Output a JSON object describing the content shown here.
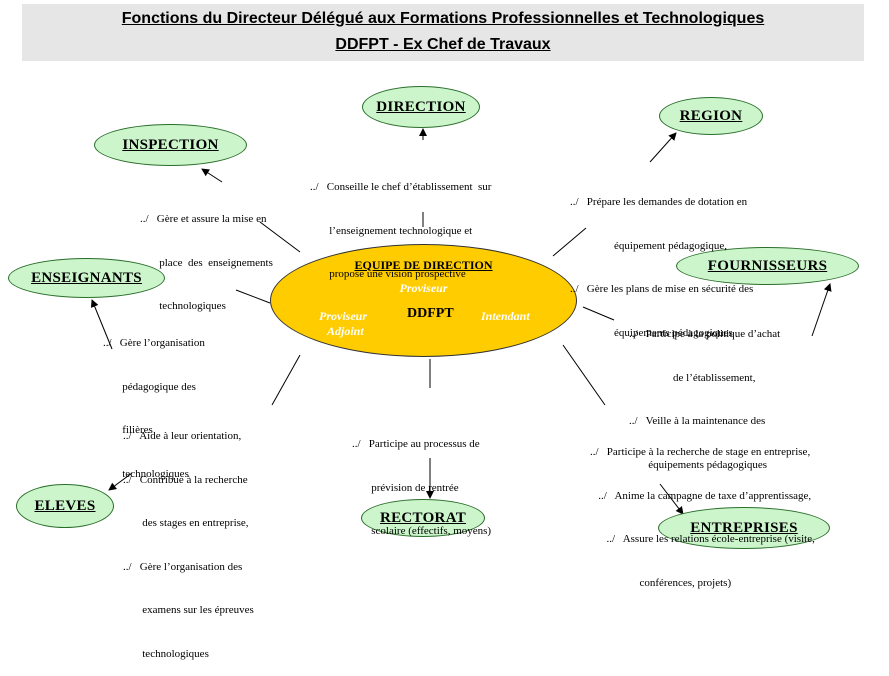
{
  "header": {
    "title_line1": "Fonctions du Directeur Délégué aux Formations Professionnelles et Technologiques",
    "title_line2": "DDFPT - Ex Chef de Travaux"
  },
  "center": {
    "title": "EQUIPE DE DIRECTION",
    "proviseur": "Proviseur",
    "proviseur_adjoint_line1": "Proviseur",
    "proviseur_adjoint_line2": "Adjoint",
    "ddfpt": "DDFPT",
    "intendant": "Intendant"
  },
  "nodes": {
    "direction": "DIRECTION",
    "region": "REGION",
    "inspection": "INSPECTION",
    "fournisseurs": "FOURNISSEURS",
    "enseignants": "ENSEIGNANTS",
    "eleves": "ELEVES",
    "rectorat": "RECTORAT",
    "entreprises": "ENTREPRISES"
  },
  "texts": {
    "direction": [
      "../   Conseille le chef d’établissement  sur",
      "       l’enseignement technologique et",
      "       propose une vision prospective"
    ],
    "inspection": [
      "../   Gère et assure la mise en",
      "       place  des  enseignements",
      "       technologiques"
    ],
    "region": [
      "../   Prépare les demandes de dotation en",
      "                équipement pédagogique,",
      "../   Gère les plans de mise en sécurité des",
      "                équipements pédagogiques"
    ],
    "enseignants": [
      "../   Gère l’organisation",
      "       pédagogique des",
      "       filières",
      "       technologiques"
    ],
    "fournisseurs": [
      "../   Participe à la politique d’achat",
      "                de l’établissement,",
      "../   Veille à la maintenance des",
      "       équipements pédagogiques"
    ],
    "eleves": [
      "../   Aide à leur orientation,",
      "../   Contribue à la recherche",
      "       des stages en entreprise,",
      "../   Gère l’organisation des",
      "       examens sur les épreuves",
      "       technologiques"
    ],
    "rectorat": [
      "../   Participe au processus de",
      "       prévision de rentrée",
      "       scolaire (effectifs, moyens)"
    ],
    "entreprises": [
      "../   Participe à la recherche de stage en entreprise,",
      "   ../   Anime la campagne de taxe d’apprentissage,",
      "      ../   Assure les relations école-entreprise (visite,",
      "                  conférences, projets)"
    ]
  }
}
